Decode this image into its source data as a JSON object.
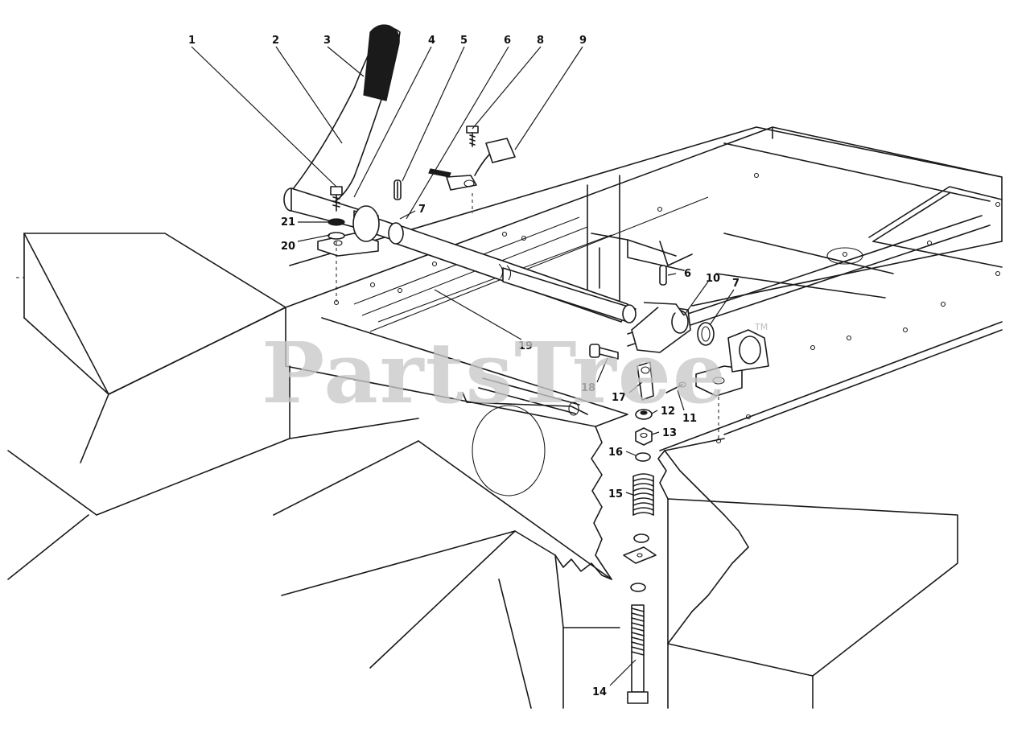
{
  "watermark": {
    "text": "PartsTree",
    "trademark": "TM"
  },
  "callouts": {
    "c1": "1",
    "c2": "2",
    "c3": "3",
    "c4": "4",
    "c5": "5",
    "c6": "6",
    "c8": "8",
    "c9": "9",
    "c7a": "7",
    "c21": "21",
    "c20": "20",
    "c6b": "6",
    "c10": "10",
    "c7b": "7",
    "c19": "19",
    "c18": "18",
    "c17": "17",
    "c11": "11",
    "c12": "12",
    "c13": "13",
    "c16": "16",
    "c15": "15",
    "c14": "14"
  },
  "colors": {
    "ink": "#1a1a1a",
    "paper": "#ffffff",
    "watermark": "#c8c8c8"
  }
}
